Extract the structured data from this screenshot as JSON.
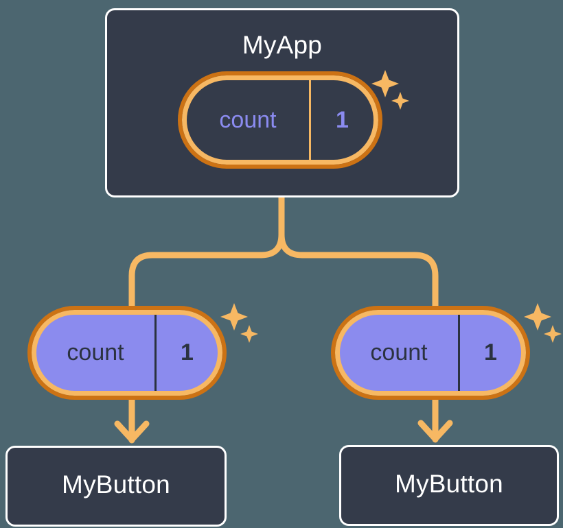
{
  "diagram": {
    "type": "component-state-tree",
    "background_color": "#4c6670",
    "accent_color": "#f7b863",
    "accent_shadow_color": "#cc7214",
    "component_fill": "#343b4a",
    "component_border": "#ffffff",
    "state_highlight_fill": "#8b8bee",
    "state_text_color_dark": "#8b8bf0",
    "state_text_color_light": "#2b3240"
  },
  "root": {
    "title": "MyApp",
    "state": {
      "name": "count",
      "value": "1"
    },
    "sparkle_icon": "sparkles-icon"
  },
  "children": [
    {
      "state": {
        "name": "count",
        "value": "1"
      },
      "sparkle_icon": "sparkles-icon",
      "component": {
        "title": "MyButton"
      }
    },
    {
      "state": {
        "name": "count",
        "value": "1"
      },
      "sparkle_icon": "sparkles-icon",
      "component": {
        "title": "MyButton"
      }
    }
  ]
}
